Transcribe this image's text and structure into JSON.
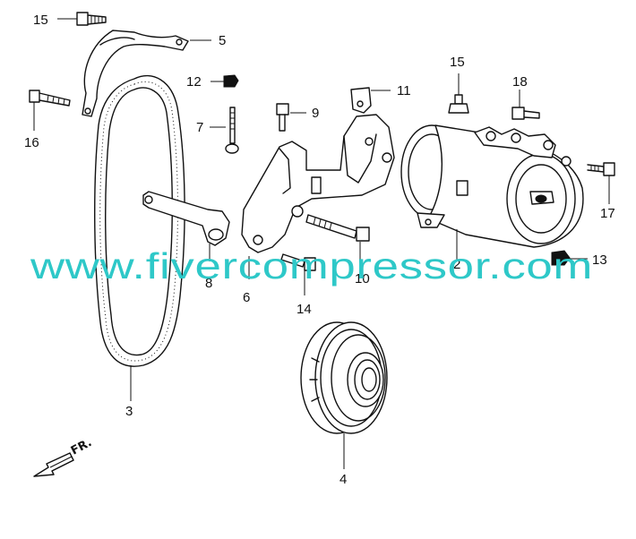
{
  "callouts": {
    "n15a": "15",
    "n5": "5",
    "n12": "12",
    "n16": "16",
    "n7": "7",
    "n9": "9",
    "n11": "11",
    "n15b": "15",
    "n18": "18",
    "n17": "17",
    "n8": "8",
    "n6": "6",
    "n14": "14",
    "n10": "10",
    "n2": "2",
    "n13": "13",
    "n3": "3",
    "n4": "4"
  },
  "front_arrow_label": "FR.",
  "watermark": "www.fivercompressor.com",
  "colors": {
    "ink": "#111111",
    "watermark": "#2ec8c8",
    "background": "#ffffff"
  }
}
